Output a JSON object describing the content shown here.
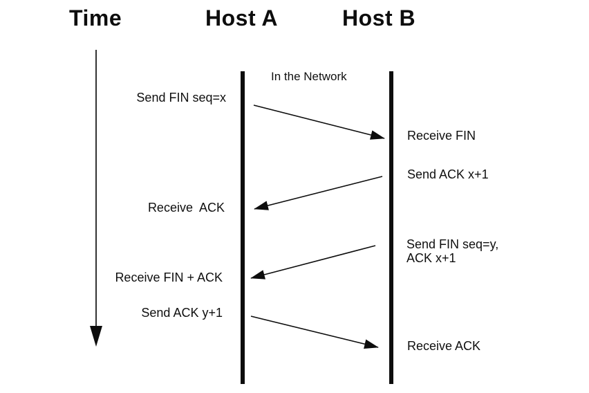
{
  "header": {
    "time_axis_label": "Time",
    "host_a_label": "Host A",
    "host_b_label": "Host B"
  },
  "network_label": "In the Network",
  "host_a_events": [
    {
      "label": "Send FIN seq=x"
    },
    {
      "label": "Receive  ACK"
    },
    {
      "label": "Receive FIN + ACK"
    },
    {
      "label": "Send ACK y+1"
    }
  ],
  "host_b_events": [
    {
      "label": "Receive FIN"
    },
    {
      "label": "Send ACK x+1"
    },
    {
      "label": "Send FIN seq=y,\nACK x+1"
    },
    {
      "label": "Receive ACK"
    }
  ],
  "messages": [
    {
      "from": "Host A",
      "to": "Host B"
    },
    {
      "from": "Host B",
      "to": "Host A"
    },
    {
      "from": "Host B",
      "to": "Host A"
    },
    {
      "from": "Host A",
      "to": "Host B"
    }
  ],
  "colors": {
    "ink": "#0d0d0d",
    "background": "#ffffff"
  }
}
